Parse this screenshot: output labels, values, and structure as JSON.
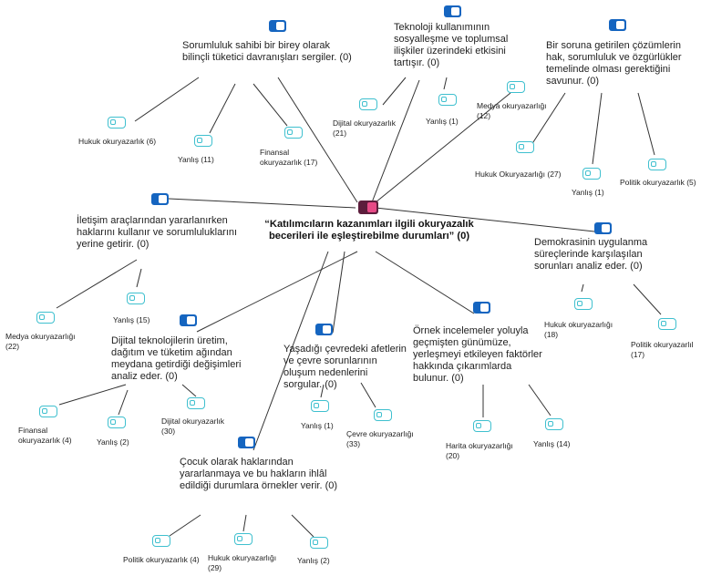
{
  "center": {
    "label": "“Katılımcıların kazanımları ilgili okuryazalık becerileri ile eşleştirebilme durumları” (0)"
  },
  "nodes": {
    "n1": {
      "label": "Sorumluluk sahibi bir birey olarak bilinçli tüketici davranışları sergiler. (0)"
    },
    "n2": {
      "label": "Teknoloji kullanımının sosyalleşme ve toplumsal ilişkiler üzerindeki etkisini tartışır. (0)"
    },
    "n3": {
      "label": "Bir soruna getirilen çözümlerin hak, sorumluluk ve özgürlükler temelinde olması gerektiğini savunur.  (0)"
    },
    "n4": {
      "label": "İletişim araçlarından yararlanırken haklarını kullanır ve sorumluluklarını yerine getirir. (0)"
    },
    "n5": {
      "label": "Demokrasinin uygulanma süreçlerinde karşılaşılan sorunları analiz eder. (0)"
    },
    "n6": {
      "label": "Dijital teknolojilerin üretim, dağıtım ve tüketim ağından meydana getirdiği değişimleri analiz eder. (0)"
    },
    "n7": {
      "label": "Yaşadığı çevredeki afetlerin ve çevre sorunlarının oluşum nedenlerini sorgular. (0)"
    },
    "n8": {
      "label": "Örnek incelemeler yoluyla geçmişten günümüze, yerleşmeyi etkileyen faktörler hakkında çıkarımlarda bulunur. (0)"
    },
    "n9": {
      "label": "Çocuk olarak haklarından yararlanmaya ve bu hakların ihlâl edildiği durumlara örnekler verir. (0)"
    }
  },
  "leaves": {
    "l1": {
      "label": "Hukuk okuryazarlık (6)"
    },
    "l2": {
      "label": "Yanlış  (11)"
    },
    "l3": {
      "label": "Finansal okuryazarlık (17)"
    },
    "l4": {
      "label": "Dijital okuryazarlık (21)"
    },
    "l5": {
      "label": "Yanlış  (1)"
    },
    "l6": {
      "label": "Medya okuryazarlığı (12)"
    },
    "l7": {
      "label": "Hukuk Okuryazarlığı (27)"
    },
    "l8": {
      "label": "Yanlış (1)"
    },
    "l9": {
      "label": "Politik okuryazarlık (5)"
    },
    "l10": {
      "label": "Medya okuryazarlığı (22)"
    },
    "l11": {
      "label": "Yanlış  (15)"
    },
    "l12": {
      "label": "Hukuk okuryazarlığı (18)"
    },
    "l13": {
      "label": "Politik okuryazarlıl (17)"
    },
    "l14": {
      "label": "Finansal okuryazarlık  (4)"
    },
    "l15": {
      "label": "Yanlış  (2)"
    },
    "l16": {
      "label": "Dijital okuryazarlık (30)"
    },
    "l17": {
      "label": "Yanlış (1)"
    },
    "l18": {
      "label": "Çevre okuryazarlığı (33)"
    },
    "l19": {
      "label": "Harita okuryazarlığı (20)"
    },
    "l20": {
      "label": "Yanlış (14)"
    },
    "l21": {
      "label": "Politik okuryazarlık (4)"
    },
    "l22": {
      "label": "Hukuk okuryazarlığı (29)"
    },
    "l23": {
      "label": "Yanlış  (2)"
    }
  },
  "colors": {
    "node_icon": "#1565c0",
    "leaf_icon": "#3fc0cf",
    "center_icon": "#5c1d3c",
    "center_icon_accent": "#e64a86",
    "edge": "#333333"
  },
  "icons": {
    "node": "toggle-filled-icon",
    "leaf": "toggle-outline-icon",
    "center": "toggle-center-icon"
  }
}
